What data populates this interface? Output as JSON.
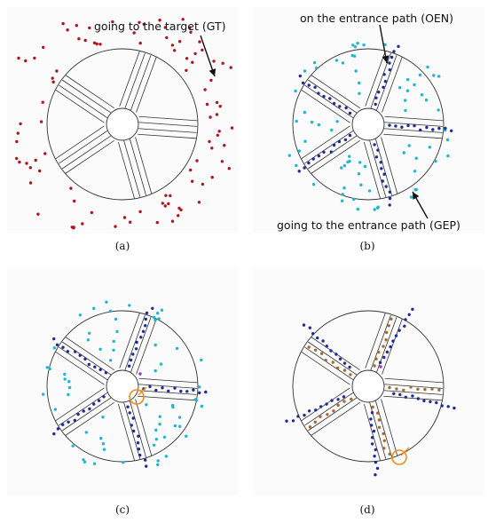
{
  "colors": {
    "red": "#b4121c",
    "cyan": "#20b6cf",
    "navy": "#1f2b9a",
    "brown": "#a86a2a",
    "orange": "#ee8c1e",
    "purple": "#9b2fd0",
    "line": "#333333"
  },
  "panels": [
    {
      "id": "a",
      "caption": "(a)"
    },
    {
      "id": "b",
      "caption": "(b)"
    },
    {
      "id": "c",
      "caption": "(c)"
    },
    {
      "id": "d",
      "caption": "(d)"
    }
  ],
  "annotations": {
    "gt": "going to the target (GT)",
    "oen": "on the entrance path (OEN)",
    "gep": "going to the entrance path (GEP)"
  }
}
